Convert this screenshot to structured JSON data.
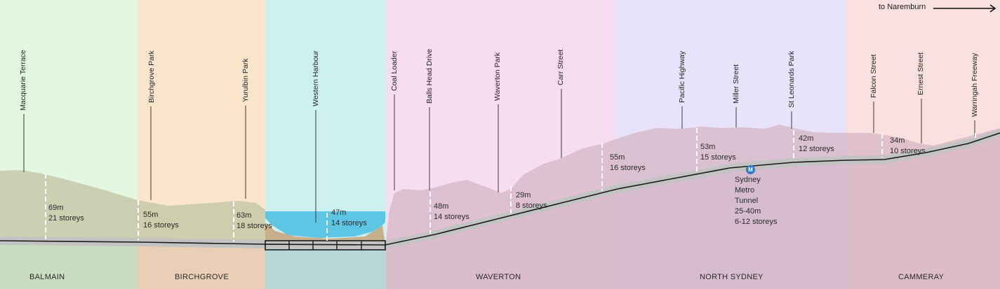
{
  "direction": {
    "label": "to Naremburn"
  },
  "zones": [
    {
      "name": "BALMAIN",
      "color": "#e4f7e0",
      "lower": "#c9dcc0"
    },
    {
      "name": "BIRCHGROVE",
      "color": "#fbe6cd",
      "lower": "#e8cfb5"
    },
    {
      "name": "",
      "color": "#cdf1f1",
      "lower": "#b6d6d8"
    },
    {
      "name": "WAVERTON",
      "color": "#f7ddf1",
      "lower": "#e6cde0"
    },
    {
      "name": "NORTH SYDNEY",
      "color": "#e8e3fa",
      "lower": "#d5d0ec"
    },
    {
      "name": "CAMMERAY",
      "color": "#fbe0e0",
      "lower": "#ecd0d4"
    }
  ],
  "landmarks": [
    "Macquarie Terrace",
    "Birchgrove Park",
    "Yurulbin Park",
    "Western Harbour",
    "Coal Loader",
    "Balls Head Drive",
    "Waverton Park",
    "Carr Street",
    "Pacific Highway",
    "Miller Street",
    "St Leonards Park",
    "Falcon Street",
    "Ernest Street",
    "Warringah Freeway"
  ],
  "depths": [
    {
      "depth": "69m",
      "storeys": "21 storeys"
    },
    {
      "depth": "55m",
      "storeys": "16 storeys"
    },
    {
      "depth": "63m",
      "storeys": "18 storeys"
    },
    {
      "depth": "47m",
      "storeys": "14 storeys"
    },
    {
      "depth": "48m",
      "storeys": "14 storeys"
    },
    {
      "depth": "29m",
      "storeys": "8 storeys"
    },
    {
      "depth": "55m",
      "storeys": "16 storeys"
    },
    {
      "depth": "53m",
      "storeys": "15 storeys"
    },
    {
      "depth": "42m",
      "storeys": "12 storeys"
    },
    {
      "depth": "34m",
      "storeys": "10 storeys"
    }
  ],
  "metro": {
    "icon": "M",
    "lines": [
      "Sydney",
      "Metro",
      "Tunnel",
      "25-40m",
      "6-12 storeys"
    ]
  },
  "colors": {
    "water": "#5ec6e4",
    "tunnel_band": "#c3c3c3",
    "tunnel_line": "#1a1a1a",
    "depth_marker": "#ffffff",
    "leader": "#3a3a3a"
  }
}
